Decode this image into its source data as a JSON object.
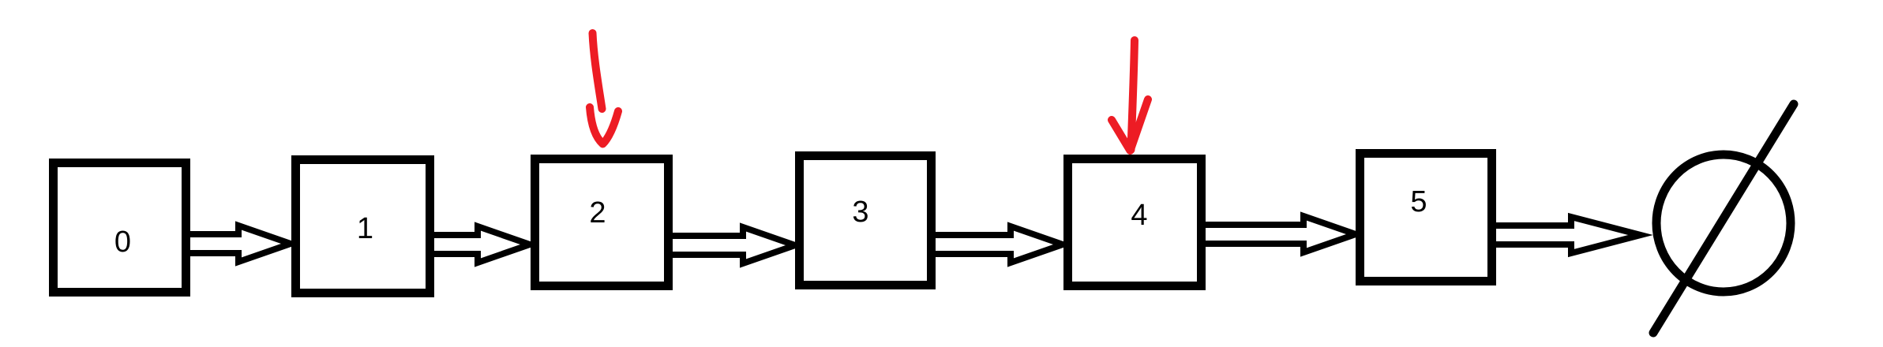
{
  "diagram": {
    "type": "singly-linked-list",
    "nodes": [
      {
        "label": "0"
      },
      {
        "label": "1"
      },
      {
        "label": "2"
      },
      {
        "label": "3"
      },
      {
        "label": "4"
      },
      {
        "label": "5"
      }
    ],
    "marker_arrows": [
      {
        "points_at_node": "2",
        "color": "#ed1c24",
        "direction": "down"
      },
      {
        "points_at_node": "4",
        "color": "#ed1c24",
        "direction": "down"
      }
    ],
    "terminator": {
      "symbol": "null-circle-slash"
    },
    "colors": {
      "ink": "#000000",
      "marker_red": "#ed1c24",
      "node_fill": "#ffffff",
      "background": "#ffffff"
    }
  }
}
